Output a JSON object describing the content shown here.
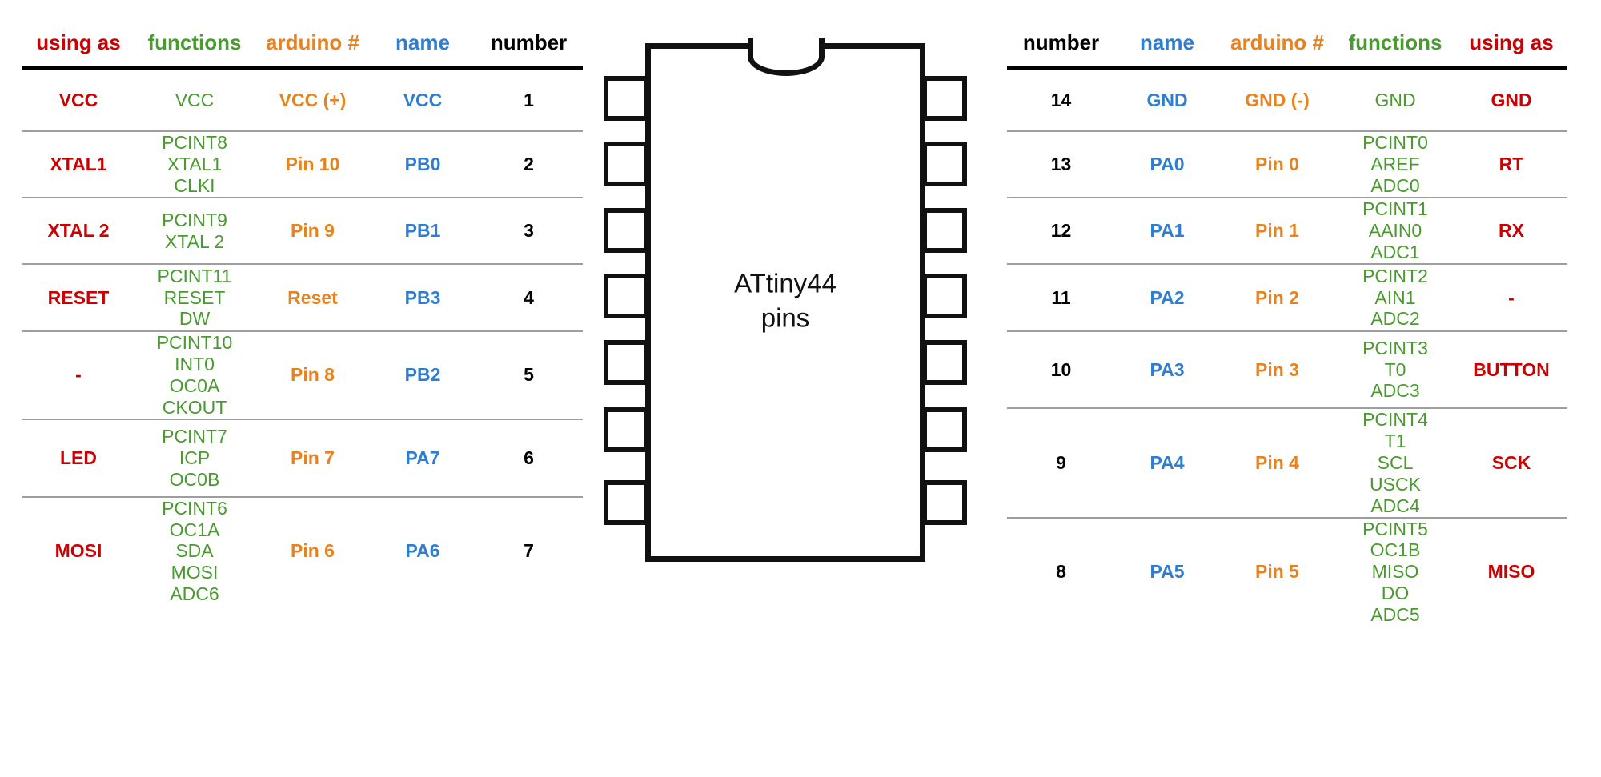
{
  "chip": {
    "name": "ATtiny44",
    "subtitle": "pins",
    "notch_icon": "chip-notch-icon",
    "pin_count": 14,
    "legs_per_side": 7
  },
  "colors": {
    "using_as": "#CC0000",
    "functions": "#4A9B2F",
    "arduino": "#E8821E",
    "name": "#2E7DD1",
    "number": "#000000",
    "header_rule": "#000000",
    "row_rule": "#9e9e9e"
  },
  "left_table": {
    "headers": [
      "using as",
      "functions",
      "arduino #",
      "name",
      "number"
    ],
    "rows": [
      {
        "using_as": "VCC",
        "functions": [
          "VCC"
        ],
        "arduino": "VCC (+)",
        "name": "VCC",
        "number": "1"
      },
      {
        "using_as": "XTAL1",
        "functions": [
          "PCINT8",
          "XTAL1",
          "CLKI"
        ],
        "arduino": "Pin 10",
        "name": "PB0",
        "number": "2"
      },
      {
        "using_as": "XTAL 2",
        "functions": [
          "PCINT9",
          "XTAL 2"
        ],
        "arduino": "Pin 9",
        "name": "PB1",
        "number": "3"
      },
      {
        "using_as": "RESET",
        "functions": [
          "PCINT11",
          "RESET",
          "DW"
        ],
        "arduino": "Reset",
        "name": "PB3",
        "number": "4"
      },
      {
        "using_as": "-",
        "functions": [
          "PCINT10",
          "INT0",
          "OC0A",
          "CKOUT"
        ],
        "arduino": "Pin 8",
        "name": "PB2",
        "number": "5"
      },
      {
        "using_as": "LED",
        "functions": [
          "PCINT7",
          "ICP",
          "OC0B"
        ],
        "arduino": "Pin 7",
        "name": "PA7",
        "number": "6"
      },
      {
        "using_as": "MOSI",
        "functions": [
          "PCINT6",
          "OC1A",
          "SDA",
          "MOSI",
          "ADC6"
        ],
        "arduino": "Pin 6",
        "name": "PA6",
        "number": "7"
      }
    ]
  },
  "right_table": {
    "headers": [
      "number",
      "name",
      "arduino #",
      "functions",
      "using as"
    ],
    "rows": [
      {
        "number": "14",
        "name": "GND",
        "arduino": "GND (-)",
        "functions": [
          "GND"
        ],
        "using_as": "GND"
      },
      {
        "number": "13",
        "name": "PA0",
        "arduino": "Pin 0",
        "functions": [
          "PCINT0",
          "AREF",
          "ADC0"
        ],
        "using_as": "RT"
      },
      {
        "number": "12",
        "name": "PA1",
        "arduino": "Pin 1",
        "functions": [
          "PCINT1",
          "AAIN0",
          "ADC1"
        ],
        "using_as": "RX"
      },
      {
        "number": "11",
        "name": "PA2",
        "arduino": "Pin 2",
        "functions": [
          "PCINT2",
          "AIN1",
          "ADC2"
        ],
        "using_as": "-"
      },
      {
        "number": "10",
        "name": "PA3",
        "arduino": "Pin 3",
        "functions": [
          "PCINT3",
          "T0",
          "ADC3"
        ],
        "using_as": "BUTTON"
      },
      {
        "number": "9",
        "name": "PA4",
        "arduino": "Pin 4",
        "functions": [
          "PCINT4",
          "T1",
          "SCL",
          "USCK",
          "ADC4"
        ],
        "using_as": "SCK"
      },
      {
        "number": "8",
        "name": "PA5",
        "arduino": "Pin 5",
        "functions": [
          "PCINT5",
          "OC1B",
          "MISO",
          "DO",
          "ADC5"
        ],
        "using_as": "MISO"
      }
    ]
  }
}
